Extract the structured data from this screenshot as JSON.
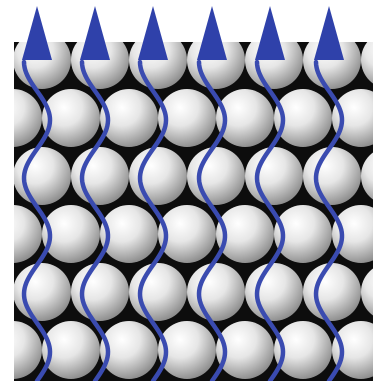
{
  "diagram": {
    "kind": "close-packed spheres with flow paths",
    "sphere_rows": 6,
    "spheres_per_row": 6,
    "flow_paths": 6,
    "flow_direction": "up",
    "colors": {
      "background": "#ffffff",
      "gap": "#0d0d0d",
      "sphere_highlight": "#ffffff",
      "sphere_mid": "#e6e6e6",
      "sphere_shadow": "#8e8e8e",
      "flow_line": "#3a4bb0",
      "arrow_head": "#2f41aa"
    }
  }
}
